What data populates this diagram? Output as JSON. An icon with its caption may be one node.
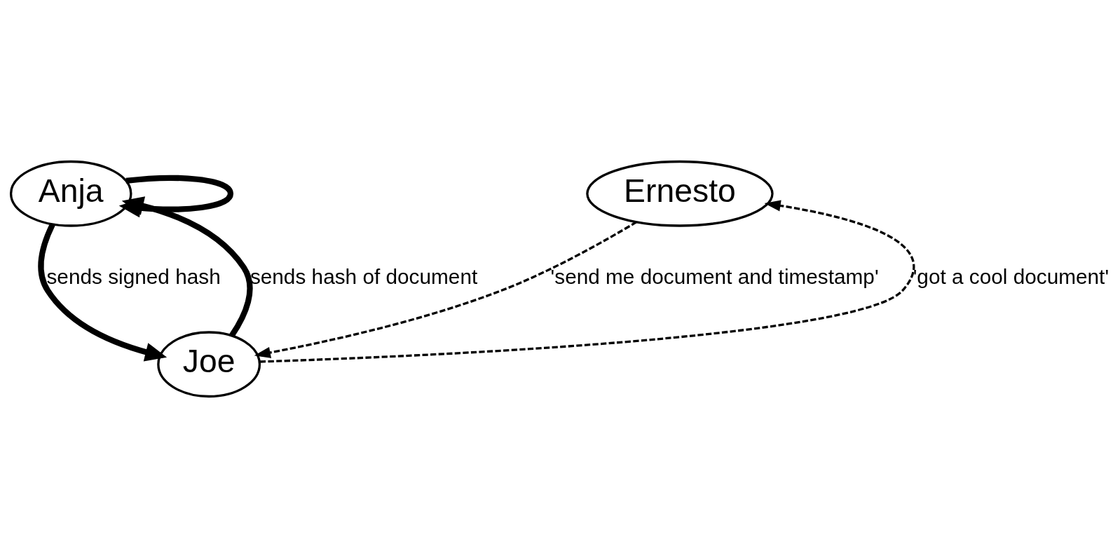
{
  "diagram": {
    "nodes": [
      {
        "text": [
          "Anja"
        ]
      },
      {
        "text": [
          "Ernesto"
        ]
      },
      {
        "text": [
          "Joe"
        ]
      }
    ],
    "edges": [
      {
        "from": 0,
        "to": 0,
        "arrow": "to"
      },
      {
        "from": 2,
        "to": 0,
        "arrow": "to",
        "label": "sends hash of document"
      },
      {
        "from": 0,
        "to": 2,
        "arrow": "to",
        "label": "sends signed hash"
      },
      {
        "from": 1,
        "to": 2,
        "arrow": "to",
        "style": "dashed",
        "label": "'send me document and timestamp'"
      },
      {
        "from": 2,
        "to": 1,
        "arrow": "to",
        "style": "dashed",
        "label": "'got a cool document'"
      }
    ]
  }
}
